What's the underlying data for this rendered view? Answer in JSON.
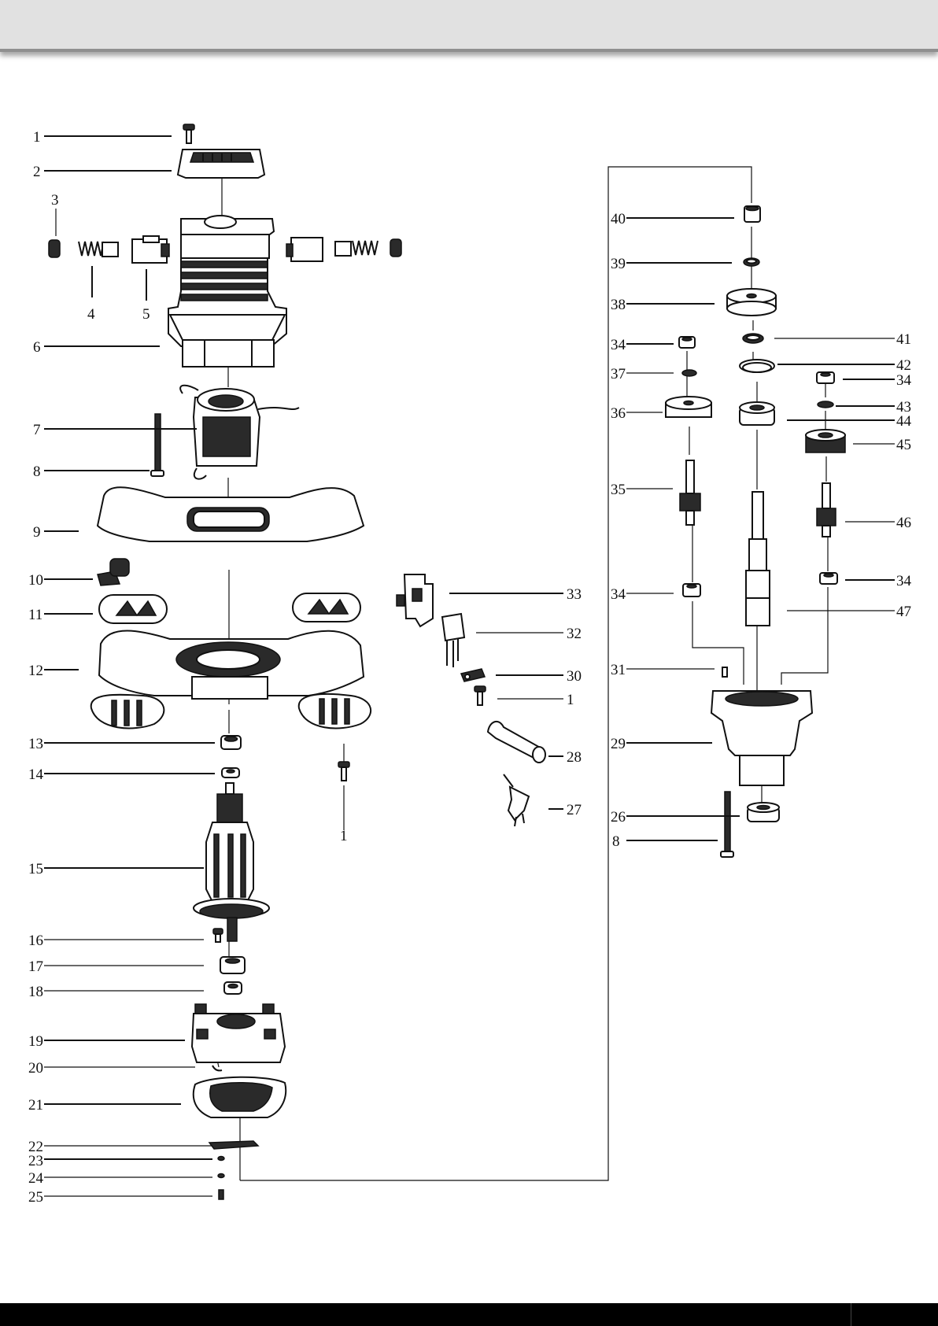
{
  "diagram": {
    "type": "exploded-parts-view",
    "part_numbers": [
      "1",
      "2",
      "3",
      "4",
      "5",
      "6",
      "7",
      "8",
      "9",
      "10",
      "11",
      "12",
      "13",
      "14",
      "15",
      "16",
      "17",
      "18",
      "19",
      "20",
      "21",
      "22",
      "23",
      "24",
      "25",
      "26",
      "27",
      "28",
      "29",
      "30",
      "31",
      "32",
      "33",
      "34",
      "35",
      "36",
      "37",
      "38",
      "39",
      "40",
      "41",
      "42",
      "43",
      "44",
      "45",
      "46",
      "47"
    ]
  },
  "labels": [
    {
      "id": "l1a",
      "text": "1"
    },
    {
      "id": "l2",
      "text": "2"
    },
    {
      "id": "l3",
      "text": "3"
    },
    {
      "id": "l4",
      "text": "4"
    },
    {
      "id": "l5",
      "text": "5"
    },
    {
      "id": "l6",
      "text": "6"
    },
    {
      "id": "l7",
      "text": "7"
    },
    {
      "id": "l8a",
      "text": "8"
    },
    {
      "id": "l9",
      "text": "9"
    },
    {
      "id": "l10",
      "text": "10"
    },
    {
      "id": "l11",
      "text": "11"
    },
    {
      "id": "l12",
      "text": "12"
    },
    {
      "id": "l13",
      "text": "13"
    },
    {
      "id": "l14",
      "text": "14"
    },
    {
      "id": "l1b",
      "text": "1"
    },
    {
      "id": "l15",
      "text": "15"
    },
    {
      "id": "l16",
      "text": "16"
    },
    {
      "id": "l17",
      "text": "17"
    },
    {
      "id": "l18",
      "text": "18"
    },
    {
      "id": "l19",
      "text": "19"
    },
    {
      "id": "l20",
      "text": "20"
    },
    {
      "id": "l21",
      "text": "21"
    },
    {
      "id": "l22",
      "text": "22"
    },
    {
      "id": "l23",
      "text": "23"
    },
    {
      "id": "l24",
      "text": "24"
    },
    {
      "id": "l25",
      "text": "25"
    },
    {
      "id": "l33",
      "text": "33"
    },
    {
      "id": "l32",
      "text": "32"
    },
    {
      "id": "l30",
      "text": "30"
    },
    {
      "id": "l1c",
      "text": "1"
    },
    {
      "id": "l28",
      "text": "28"
    },
    {
      "id": "l27",
      "text": "27"
    },
    {
      "id": "l40",
      "text": "40"
    },
    {
      "id": "l39",
      "text": "39"
    },
    {
      "id": "l38",
      "text": "38"
    },
    {
      "id": "l34a",
      "text": "34"
    },
    {
      "id": "l37",
      "text": "37"
    },
    {
      "id": "l36",
      "text": "36"
    },
    {
      "id": "l35",
      "text": "35"
    },
    {
      "id": "l34b",
      "text": "34"
    },
    {
      "id": "l31",
      "text": "31"
    },
    {
      "id": "l29",
      "text": "29"
    },
    {
      "id": "l26",
      "text": "26"
    },
    {
      "id": "l8b",
      "text": "8"
    },
    {
      "id": "l41",
      "text": "41"
    },
    {
      "id": "l42",
      "text": "42"
    },
    {
      "id": "l34c",
      "text": "34"
    },
    {
      "id": "l43",
      "text": "43"
    },
    {
      "id": "l44",
      "text": "44"
    },
    {
      "id": "l45",
      "text": "45"
    },
    {
      "id": "l46",
      "text": "46"
    },
    {
      "id": "l34d",
      "text": "34"
    },
    {
      "id": "l47",
      "text": "47"
    }
  ],
  "colors": {
    "header_band": "#e1e1e1",
    "footer_band": "#000000",
    "ink": "#111111"
  }
}
